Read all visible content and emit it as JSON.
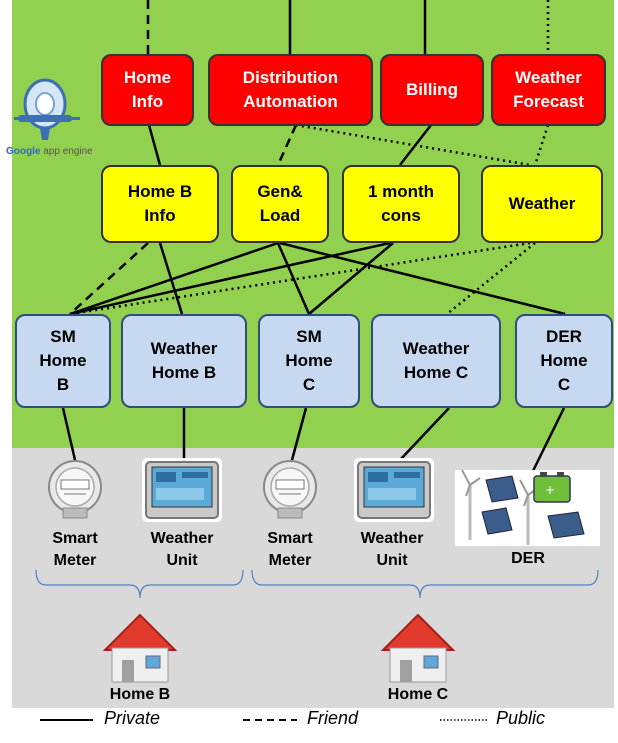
{
  "cloud": {
    "logo_text": "Google app engine",
    "nodes": [
      {
        "id": "home-info",
        "label": "Home Info"
      },
      {
        "id": "distribution-automation",
        "label": "Distribution Automation"
      },
      {
        "id": "billing",
        "label": "Billing"
      },
      {
        "id": "weather-forecast",
        "label": "Weather Forecast"
      }
    ]
  },
  "aggregators": [
    {
      "id": "home-b-info",
      "label": "Home B Info"
    },
    {
      "id": "gen-load",
      "label": "Gen& Load"
    },
    {
      "id": "one-month-cons",
      "label": "1 month cons"
    },
    {
      "id": "weather",
      "label": "Weather"
    }
  ],
  "sensors": [
    {
      "id": "sm-home-b",
      "label": "SM Home B"
    },
    {
      "id": "weather-home-b",
      "label": "Weather Home B"
    },
    {
      "id": "sm-home-c",
      "label": "SM Home C"
    },
    {
      "id": "weather-home-c",
      "label": "Weather Home C"
    },
    {
      "id": "der-home-c",
      "label": "DER Home C"
    }
  ],
  "devices": [
    {
      "id": "smart-meter-b",
      "label": "Smart Meter",
      "icon": "smart-meter-icon"
    },
    {
      "id": "weather-unit-b",
      "label": "Weather Unit",
      "icon": "weather-station-icon"
    },
    {
      "id": "smart-meter-c",
      "label": "Smart Meter",
      "icon": "smart-meter-icon"
    },
    {
      "id": "weather-unit-c",
      "label": "Weather Unit",
      "icon": "weather-station-icon"
    },
    {
      "id": "der-c",
      "label": "DER",
      "icon": "der-icon"
    }
  ],
  "homes": [
    {
      "id": "home-b",
      "label": "Home B",
      "icon": "house-icon"
    },
    {
      "id": "home-c",
      "label": "Home C",
      "icon": "house-icon"
    }
  ],
  "legend": {
    "private": "Private",
    "friend": "Friend",
    "public": "Public"
  },
  "colors": {
    "cloud_bg": "#92d050",
    "device_bg": "#d9d9d9",
    "cloud_node": "#ff0000",
    "aggregator_node": "#ffff00",
    "sensor_node": "#c6d9f1"
  }
}
